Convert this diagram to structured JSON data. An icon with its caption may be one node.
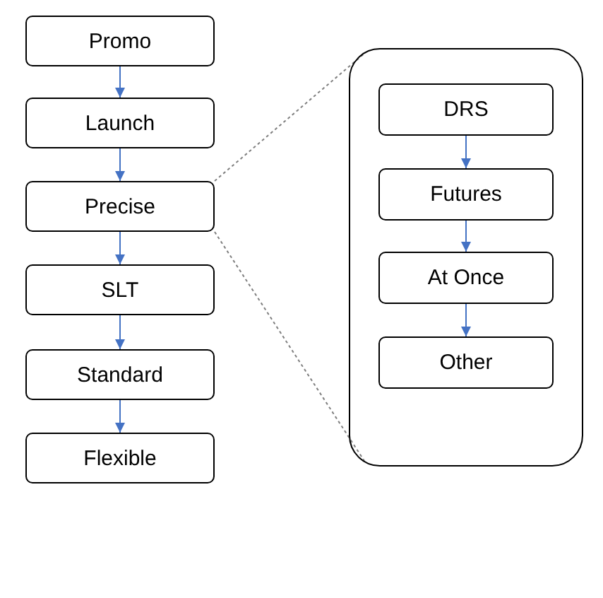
{
  "diagram": {
    "nodes": [
      {
        "text": [
          "Promo"
        ]
      },
      {
        "text": [
          "Launch"
        ]
      },
      {
        "text": [
          "Precise"
        ]
      },
      {
        "text": [
          "SLT"
        ]
      },
      {
        "text": [
          "Standard"
        ]
      },
      {
        "text": [
          "Flexible"
        ]
      },
      {
        "text": [],
        "shape": "box"
      },
      {
        "text": [
          "DRS"
        ],
        "in": 6
      },
      {
        "text": [
          "Futures"
        ],
        "in": 6
      },
      {
        "text": [
          "At Once"
        ],
        "in": 6
      },
      {
        "text": [
          "Other"
        ],
        "in": 6
      }
    ],
    "edges": [
      {
        "from": 0,
        "to": 1,
        "arrow": "to"
      },
      {
        "from": 1,
        "to": 2,
        "arrow": "to"
      },
      {
        "from": 2,
        "to": 3,
        "arrow": "to"
      },
      {
        "from": 3,
        "to": 4,
        "arrow": "to"
      },
      {
        "from": 4,
        "to": 5,
        "arrow": "to"
      },
      {
        "from": 7,
        "to": 8,
        "arrow": "to"
      },
      {
        "from": 8,
        "to": 9,
        "arrow": "to"
      },
      {
        "from": 9,
        "to": 10,
        "arrow": "to"
      },
      {
        "from": 2,
        "to": 6,
        "arrow": "none",
        "style": "dashed",
        "color": "#7f7f7f"
      },
      {
        "from": 2,
        "to": 6,
        "arrow": "none",
        "style": "dashed",
        "color": "#7f7f7f"
      }
    ]
  }
}
